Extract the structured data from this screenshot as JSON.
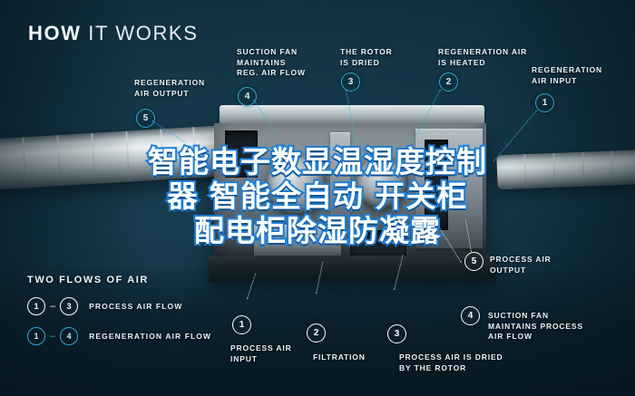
{
  "title": {
    "bold": "HOW",
    "light": "IT WORKS"
  },
  "overlay": {
    "line1": "智能电子数显温湿度控制",
    "line2": "器 智能全自动 开关柜",
    "line3": "配电柜除湿防凝露"
  },
  "legend": {
    "heading": "TWO FLOWS OF AIR",
    "rows": [
      {
        "from": "1",
        "to": "3",
        "label": "PROCESS AIR FLOW",
        "color": "#ffffff"
      },
      {
        "from": "1",
        "to": "4",
        "label": "REGENERATION AIR FLOW",
        "color": "#2fa8d6"
      }
    ]
  },
  "callouts": {
    "top": [
      {
        "num": "5",
        "label": "REGENERATION\nAIR OUTPUT",
        "flow": "regeneration"
      },
      {
        "num": "4",
        "label": "SUCTION FAN\nMAINTAINS\nREG. AIR FLOW",
        "flow": "regeneration"
      },
      {
        "num": "3",
        "label": "THE ROTOR\nIS DRIED",
        "flow": "regeneration"
      },
      {
        "num": "2",
        "label": "REGENERATION AIR\nIS HEATED",
        "flow": "regeneration"
      },
      {
        "num": "1",
        "label": "REGENERATION\nAIR INPUT",
        "flow": "regeneration"
      }
    ],
    "bottom": [
      {
        "num": "1",
        "label": "PROCESS AIR\nINPUT",
        "flow": "process"
      },
      {
        "num": "2",
        "label": "FILTRATION",
        "flow": "process"
      },
      {
        "num": "3",
        "label": "PROCESS AIR IS DRIED\nBY THE ROTOR",
        "flow": "process"
      },
      {
        "num": "4",
        "label": "SUCTION FAN\nMAINTAINS PROCESS\nAIR FLOW",
        "flow": "process"
      },
      {
        "num": "5",
        "label": "PROCESS AIR\nOUTPUT",
        "flow": "process"
      }
    ]
  },
  "colors": {
    "background": "#0e2a38",
    "accent_cyan": "#2fa8d6",
    "text": "#e9f1f6",
    "overlay_stroke": "#1f7fd6"
  }
}
